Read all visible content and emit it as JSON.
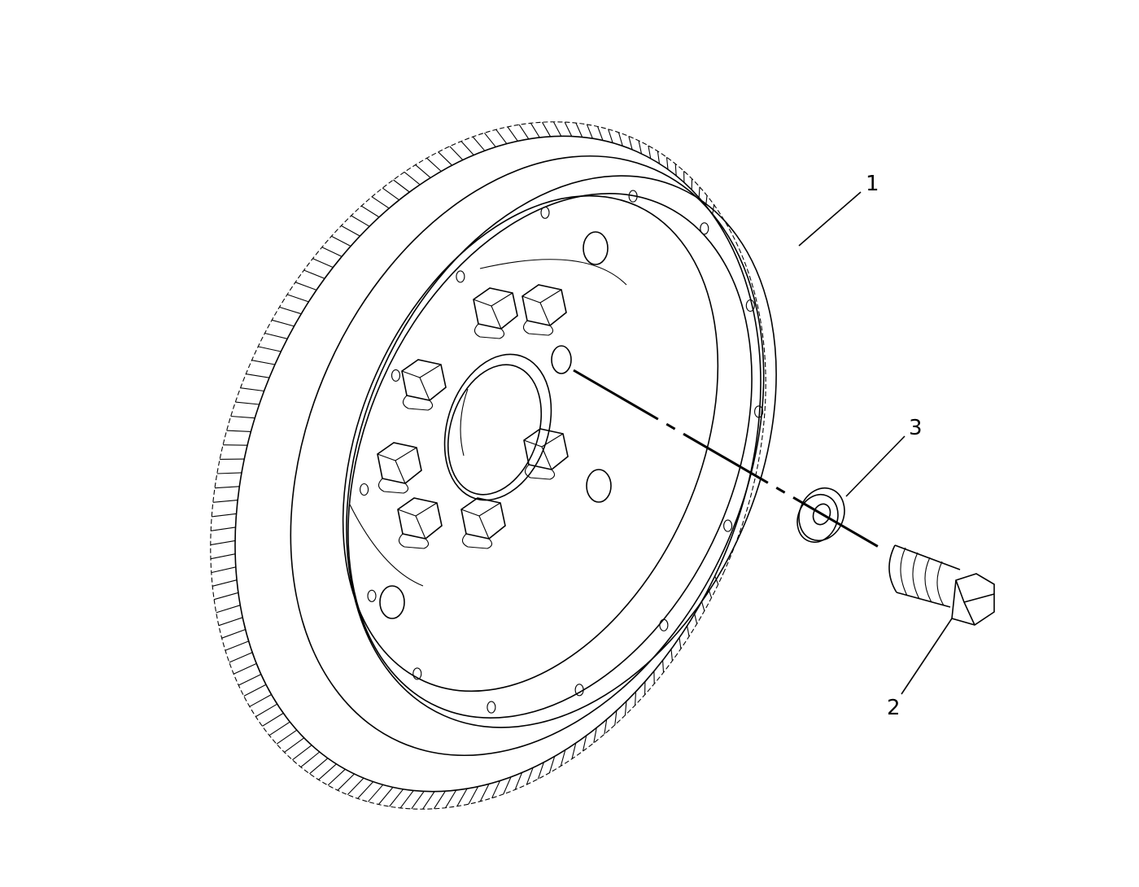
{
  "callouts": [
    {
      "id": "1",
      "label": "1"
    },
    {
      "id": "2",
      "label": "2"
    },
    {
      "id": "3",
      "label": "3"
    }
  ],
  "colors": {
    "line": "#000000",
    "background": "#ffffff"
  },
  "icons": [
    "flywheel-icon",
    "ring-gear-icon",
    "bolt-icon",
    "washer-icon"
  ]
}
